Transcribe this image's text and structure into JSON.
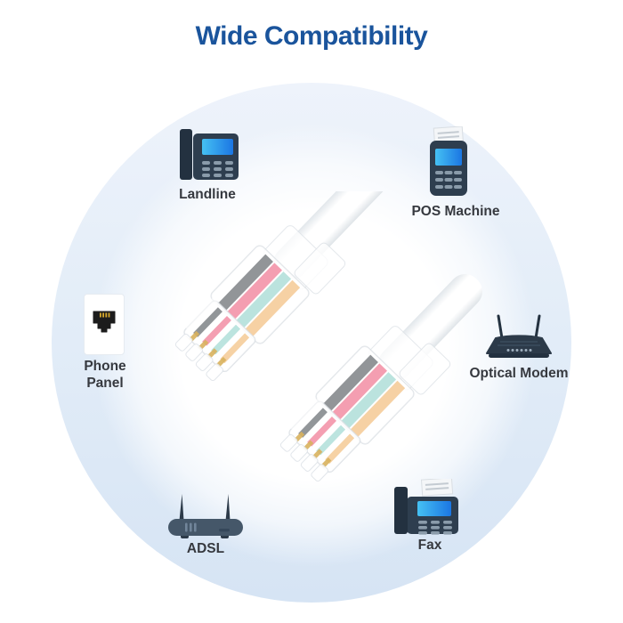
{
  "header": {
    "title": "Wide Compatibility"
  },
  "devices": [
    {
      "id": "landline",
      "label": "Landline"
    },
    {
      "id": "pos-machine",
      "label": "POS Machine"
    },
    {
      "id": "phone-panel",
      "label_line1": "Phone",
      "label_line2": "Panel"
    },
    {
      "id": "optical-modem",
      "label": "Optical Modem"
    },
    {
      "id": "adsl",
      "label": "ADSL"
    },
    {
      "id": "fax",
      "label": "Fax"
    }
  ],
  "center_image": {
    "name": "rj11-telephone-cable-connectors",
    "cable_color": "#ffffff",
    "wire_colors": [
      "#4a4f55",
      "#ee5f7e",
      "#8fd2c9",
      "#f0b468"
    ]
  },
  "colors": {
    "title_blue": "#1a549c",
    "circle_light": "#eef3fb",
    "circle_dark": "#d6e4f4",
    "device_slate": "#2e3e4f",
    "device_slate_dark": "#233140",
    "screen_blue_start": "#45c1f3",
    "screen_blue_end": "#1b76e3",
    "key_gray": "#8a9baa",
    "label_text": "#36393f"
  }
}
